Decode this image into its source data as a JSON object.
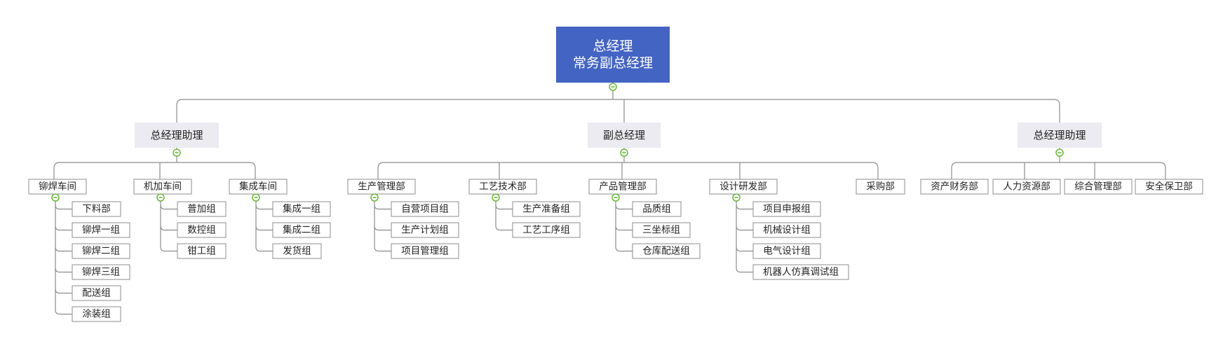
{
  "root": {
    "lines": [
      "总经理",
      "常务副总经理"
    ]
  },
  "level1": [
    {
      "label": "总经理助理",
      "depts": [
        {
          "label": "铆焊车间",
          "groups": [
            "下料部",
            "铆焊一组",
            "铆焊二组",
            "铆焊三组",
            "配送组",
            "涂装组"
          ]
        },
        {
          "label": "机加车间",
          "groups": [
            "普加组",
            "数控组",
            "钳工组"
          ]
        },
        {
          "label": "集成车间",
          "groups": [
            "集成一组",
            "集成二组",
            "发货组"
          ]
        }
      ]
    },
    {
      "label": "副总经理",
      "depts": [
        {
          "label": "生产管理部",
          "groups": [
            "自营项目组",
            "生产计划组",
            "项目管理组"
          ]
        },
        {
          "label": "工艺技术部",
          "groups": [
            "生产准备组",
            "工艺工序组"
          ]
        },
        {
          "label": "产品管理部",
          "groups": [
            "品质组",
            "三坐标组",
            "仓库配送组"
          ]
        },
        {
          "label": "设计研发部",
          "groups": [
            "项目申报组",
            "机械设计组",
            "电气设计组",
            "机器人仿真调试组"
          ]
        },
        {
          "label": "采购部",
          "groups": []
        }
      ]
    },
    {
      "label": "总经理助理",
      "depts": [
        {
          "label": "资产财务部",
          "groups": []
        },
        {
          "label": "人力资源部",
          "groups": []
        },
        {
          "label": "综合管理部",
          "groups": []
        },
        {
          "label": "安全保卫部",
          "groups": []
        }
      ]
    }
  ],
  "colors": {
    "root_fill": "#4464c4",
    "level1_fill": "#ebebf1",
    "connector": "#8c8c8c",
    "collapse_toggle": "#6cbb3c"
  }
}
